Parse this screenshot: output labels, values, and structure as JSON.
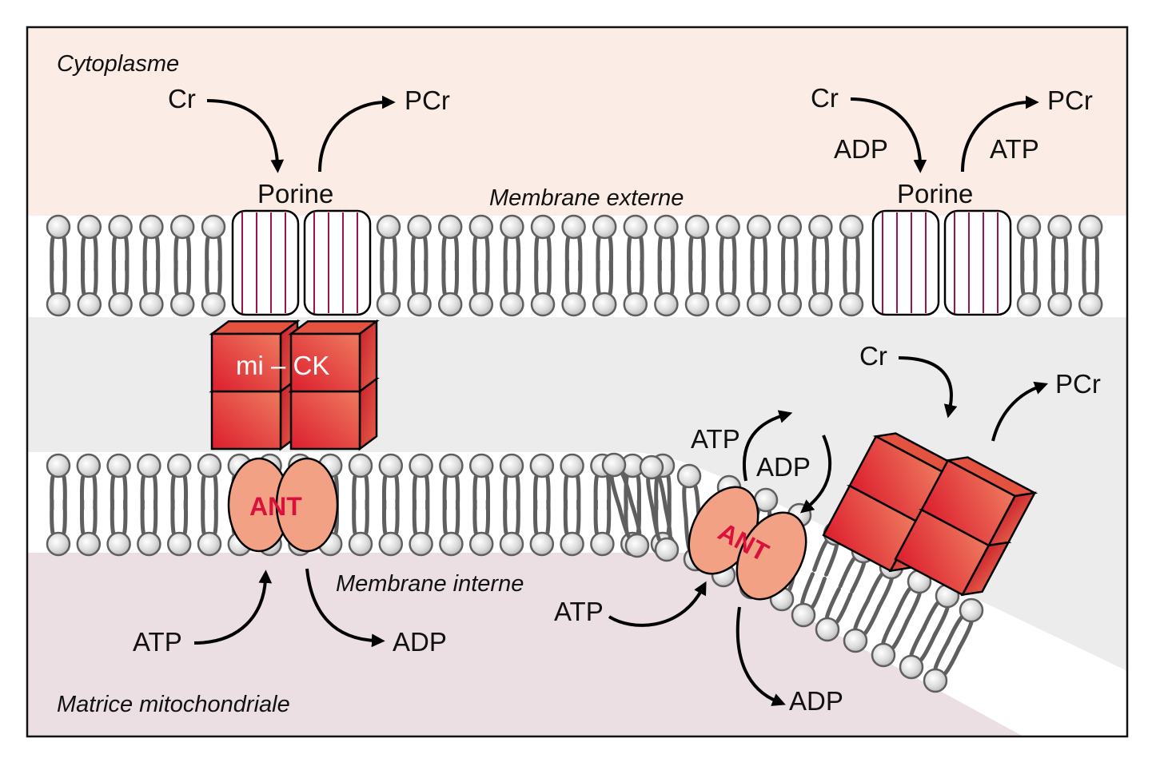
{
  "regions": {
    "cytoplasm": "Cytoplasme",
    "outer_membrane": "Membrane externe",
    "inner_membrane": "Membrane interne",
    "matrix": "Matrice mitochondriale"
  },
  "porins": [
    {
      "label": "Porine",
      "in": "Cr",
      "out": "PCr"
    },
    {
      "label": "Porine",
      "in": "Cr",
      "out": "PCr",
      "in2": "ADP",
      "out2": "ATP"
    }
  ],
  "mi_ck": {
    "label": "mi – CK"
  },
  "ant_left": {
    "label": "ANT",
    "in": "ATP",
    "out": "ADP"
  },
  "ant_right": {
    "label": "ANT",
    "in": "ATP",
    "out": "ADP",
    "cycle_out": "ATP",
    "cycle_in": "ADP"
  },
  "ck_right": {
    "in": "Cr",
    "out": "PCr"
  },
  "colors": {
    "cytoplasm": "#fcece6",
    "intermembrane": "#ececed",
    "matrix": "#ecdfe3",
    "membrane": "#ffffff",
    "lipid_head": "#d9d9d9",
    "lipid_stroke": "#5f5f5f",
    "porin_stripe": "#a0104a",
    "ck_red": "#e0413d",
    "ant_fill": "#f2a184",
    "ant_text": "#d8123c"
  }
}
